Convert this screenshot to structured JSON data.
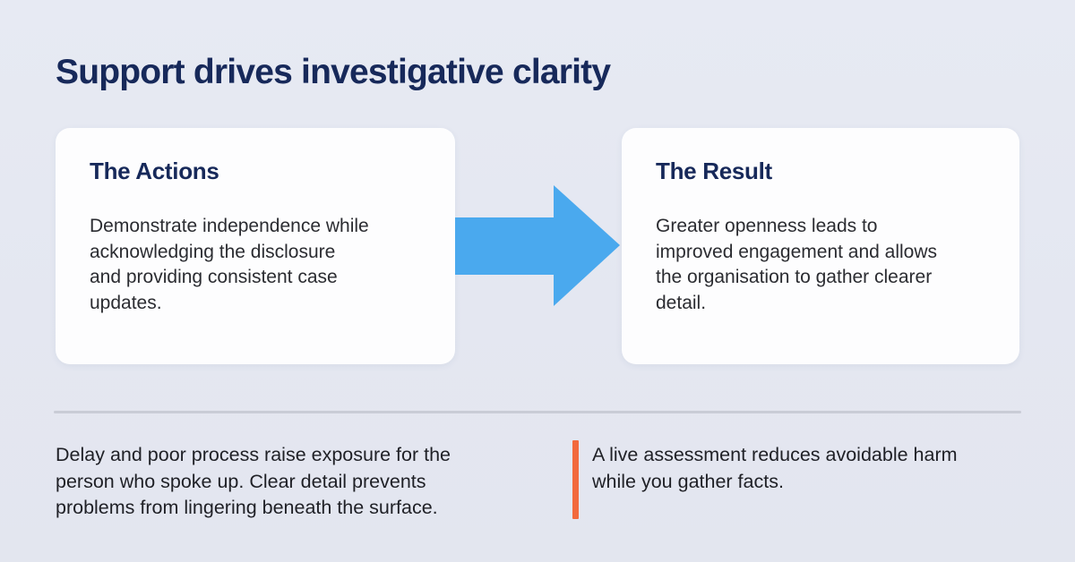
{
  "title": "Support drives investigative clarity",
  "colors": {
    "navy": "#17295a",
    "body_text": "#2b2c31",
    "arrow_blue": "#4aa9ee",
    "accent_orange": "#f2693c",
    "card": "#fdfdfe",
    "divider": "#c9ccd6",
    "background": "#e4e7f1"
  },
  "cards": {
    "actions": {
      "heading": "The Actions",
      "body": "Demonstrate independence while\nacknowledging the disclosure\nand providing consistent case\nupdates."
    },
    "result": {
      "heading": "The Result",
      "body": "Greater openness leads to\nimproved engagement and allows\nthe organisation to gather clearer\ndetail."
    }
  },
  "footer": {
    "left_note": "Delay and poor process raise exposure for the\nperson who spoke up. Clear detail prevents\nproblems from lingering beneath the surface.",
    "right_note": "A live assessment reduces avoidable harm\nwhile you gather facts."
  }
}
